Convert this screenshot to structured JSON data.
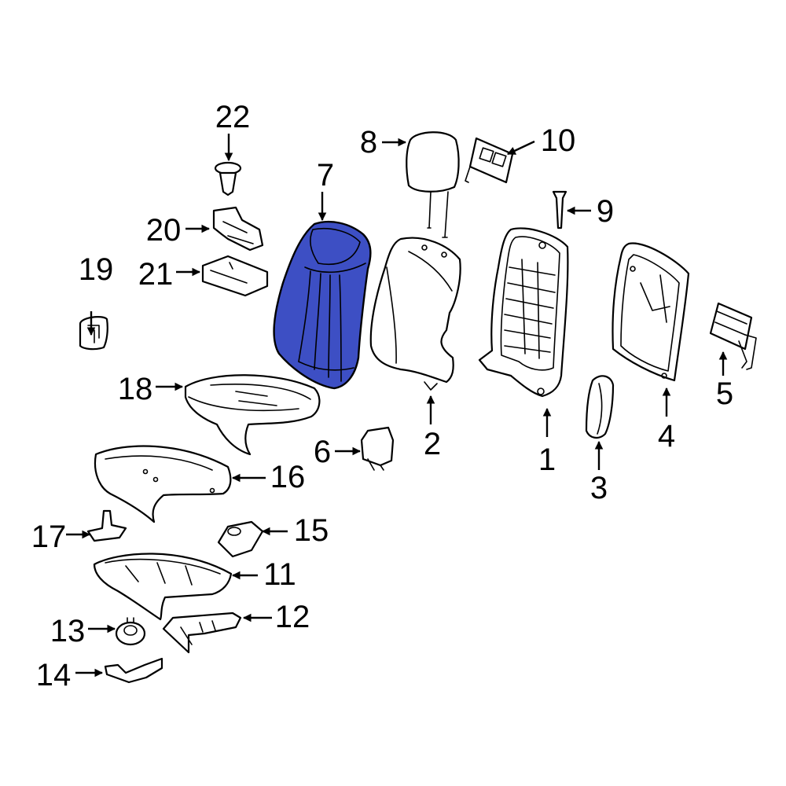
{
  "diagram": {
    "highlight_color": "#3d4fc4",
    "line_color": "#000000",
    "background": "#ffffff",
    "highlighted_part": "7",
    "callouts": {
      "c1": "1",
      "c2": "2",
      "c3": "3",
      "c4": "4",
      "c5": "5",
      "c6": "6",
      "c7": "7",
      "c8": "8",
      "c9": "9",
      "c10": "10",
      "c11": "11",
      "c12": "12",
      "c13": "13",
      "c14": "14",
      "c15": "15",
      "c16": "16",
      "c17": "17",
      "c18": "18",
      "c19": "19",
      "c20": "20",
      "c21": "21",
      "c22": "22"
    }
  }
}
